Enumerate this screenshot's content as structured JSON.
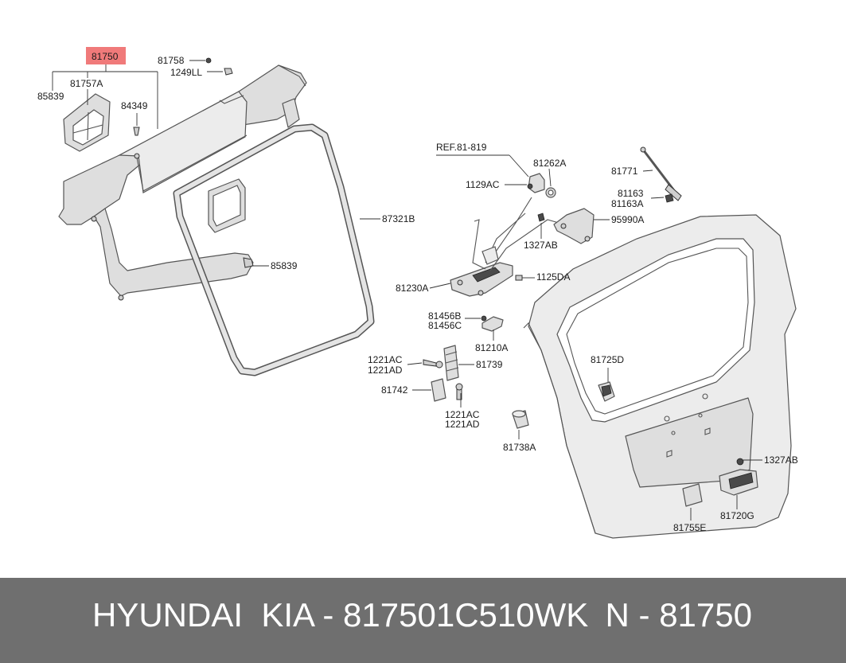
{
  "labels": {
    "l81750": "81750",
    "l81758": "81758",
    "l1249LL": "1249LL",
    "l85839_top": "85839",
    "l81757A": "81757A",
    "l84349": "84349",
    "l87321B": "87321B",
    "l85839_mid": "85839",
    "lREF": "REF.81-819",
    "l81262A": "81262A",
    "l1129AC": "1129AC",
    "l81771": "81771",
    "l81163": "81163",
    "l81163A": "81163A",
    "l95990A": "95990A",
    "l1327AB_top": "1327AB",
    "l1125DA": "1125DA",
    "l81230A": "81230A",
    "l81456B": "81456B",
    "l81456C": "81456C",
    "l81210A": "81210A",
    "l1221AC_a": "1221AC",
    "l1221AD_a": "1221AD",
    "l81739": "81739",
    "l81742": "81742",
    "l1221AC_b": "1221AC",
    "l1221AD_b": "1221AD",
    "l81738A": "81738A",
    "l81725D": "81725D",
    "l1327AB_bot": "1327AB",
    "l81755E": "81755E",
    "l81720G": "81720G"
  },
  "highlight_color": "#f07a7a",
  "caption": {
    "left": "HYUNDAI  KIA - 817501C510WK",
    "right": "N - 81750"
  }
}
